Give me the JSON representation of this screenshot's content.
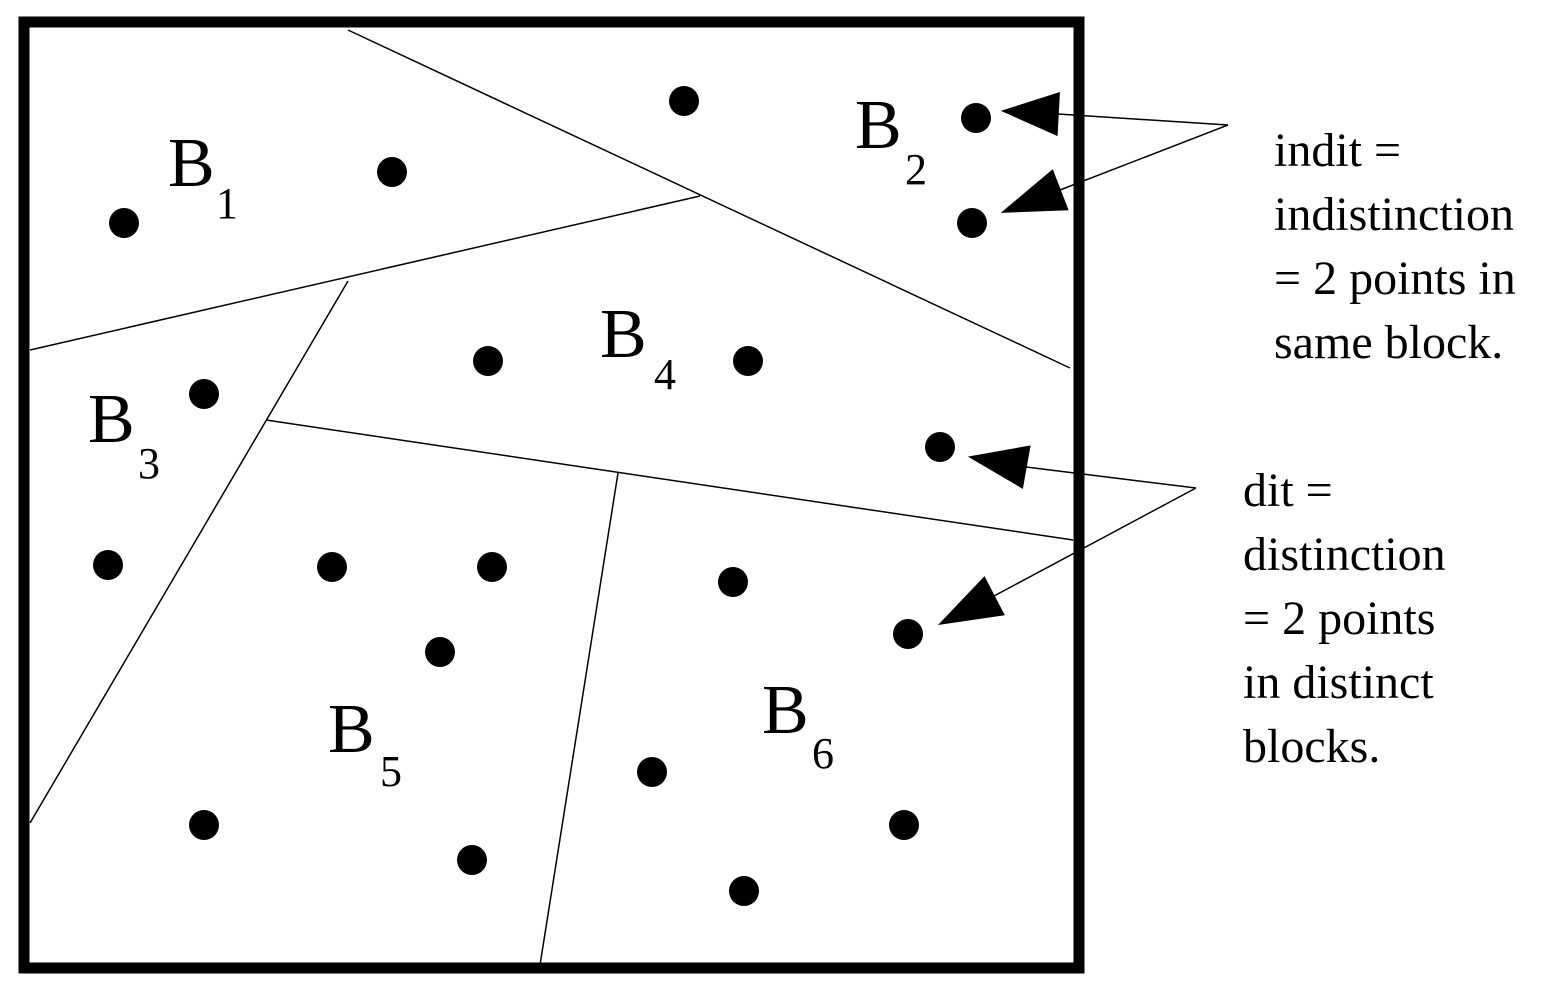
{
  "colors": {
    "ink": "#000000",
    "background": "#ffffff"
  },
  "blocks": [
    {
      "name": "b1",
      "letter": "B",
      "sub": "1"
    },
    {
      "name": "b2",
      "letter": "B",
      "sub": "2"
    },
    {
      "name": "b3",
      "letter": "B",
      "sub": "3"
    },
    {
      "name": "b4",
      "letter": "B",
      "sub": "4"
    },
    {
      "name": "b5",
      "letter": "B",
      "sub": "5"
    },
    {
      "name": "b6",
      "letter": "B",
      "sub": "6"
    }
  ],
  "notes": {
    "indit": {
      "lines": [
        "indit =",
        "indistinction",
        "= 2 points in",
        "same block."
      ]
    },
    "dit": {
      "lines": [
        "dit =",
        "distinction",
        "= 2 points",
        "in distinct",
        "blocks."
      ]
    }
  }
}
